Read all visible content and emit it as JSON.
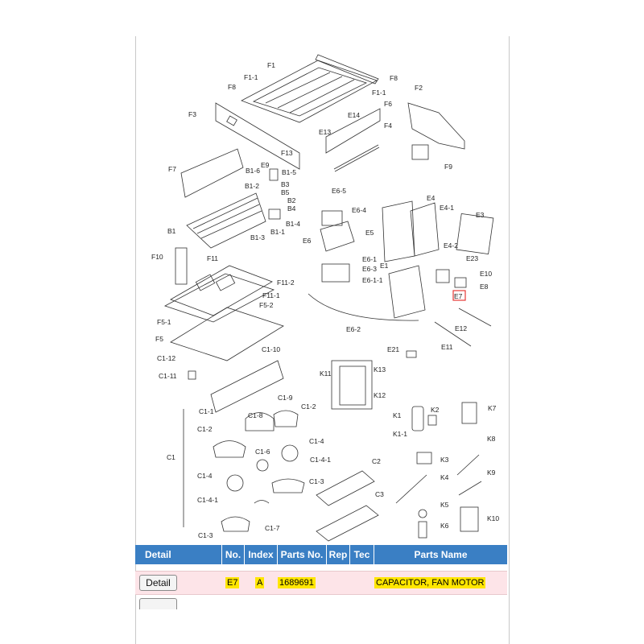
{
  "diagram": {
    "highlighted_part": "E7",
    "labels": [
      {
        "id": "F1",
        "text": "F1"
      },
      {
        "id": "F1-1a",
        "text": "F1-1"
      },
      {
        "id": "F8a",
        "text": "F8"
      },
      {
        "id": "F8b",
        "text": "F8"
      },
      {
        "id": "F1-1b",
        "text": "F1-1"
      },
      {
        "id": "F2",
        "text": "F2"
      },
      {
        "id": "F3",
        "text": "F3"
      },
      {
        "id": "E14",
        "text": "E14"
      },
      {
        "id": "F6",
        "text": "F6"
      },
      {
        "id": "E13",
        "text": "E13"
      },
      {
        "id": "F4",
        "text": "F4"
      },
      {
        "id": "F13",
        "text": "F13"
      },
      {
        "id": "F9",
        "text": "F9"
      },
      {
        "id": "F7",
        "text": "F7"
      },
      {
        "id": "E9",
        "text": "E9"
      },
      {
        "id": "B1-6",
        "text": "B1-6"
      },
      {
        "id": "B1-5",
        "text": "B1-5"
      },
      {
        "id": "B1-2",
        "text": "B1-2"
      },
      {
        "id": "B3",
        "text": "B3"
      },
      {
        "id": "B5",
        "text": "B5"
      },
      {
        "id": "B2",
        "text": "B2"
      },
      {
        "id": "B4",
        "text": "B4"
      },
      {
        "id": "B1-4",
        "text": "B1-4"
      },
      {
        "id": "B1",
        "text": "B1"
      },
      {
        "id": "B1-1",
        "text": "B1-1"
      },
      {
        "id": "B1-3",
        "text": "B1-3"
      },
      {
        "id": "F10",
        "text": "F10"
      },
      {
        "id": "F11",
        "text": "F11"
      },
      {
        "id": "E6-5",
        "text": "E6-5"
      },
      {
        "id": "E6-4",
        "text": "E6-4"
      },
      {
        "id": "E6",
        "text": "E6"
      },
      {
        "id": "E4",
        "text": "E4"
      },
      {
        "id": "E4-1",
        "text": "E4-1"
      },
      {
        "id": "E3",
        "text": "E3"
      },
      {
        "id": "E5",
        "text": "E5"
      },
      {
        "id": "E4-2",
        "text": "E4-2"
      },
      {
        "id": "E23",
        "text": "E23"
      },
      {
        "id": "E6-1",
        "text": "E6-1"
      },
      {
        "id": "E1",
        "text": "E1"
      },
      {
        "id": "E6-3",
        "text": "E6-3"
      },
      {
        "id": "E10",
        "text": "E10"
      },
      {
        "id": "E6-1-1",
        "text": "E6-1-1"
      },
      {
        "id": "E8",
        "text": "E8"
      },
      {
        "id": "F11-2",
        "text": "F11-2"
      },
      {
        "id": "F11-1",
        "text": "F11-1"
      },
      {
        "id": "F5-2",
        "text": "F5-2"
      },
      {
        "id": "E7",
        "text": "E7"
      },
      {
        "id": "F5-1",
        "text": "F5-1"
      },
      {
        "id": "E6-2",
        "text": "E6-2"
      },
      {
        "id": "E12",
        "text": "E12"
      },
      {
        "id": "F5",
        "text": "F5"
      },
      {
        "id": "E11",
        "text": "E11"
      },
      {
        "id": "C1-10",
        "text": "C1-10"
      },
      {
        "id": "E21",
        "text": "E21"
      },
      {
        "id": "C1-12",
        "text": "C1-12"
      },
      {
        "id": "K11",
        "text": "K11"
      },
      {
        "id": "K13",
        "text": "K13"
      },
      {
        "id": "C1-11",
        "text": "C1-11"
      },
      {
        "id": "K12",
        "text": "K12"
      },
      {
        "id": "C1-9",
        "text": "C1-9"
      },
      {
        "id": "C1-1",
        "text": "C1-1"
      },
      {
        "id": "C1-2a",
        "text": "C1-2"
      },
      {
        "id": "C1-8",
        "text": "C1-8"
      },
      {
        "id": "K7",
        "text": "K7"
      },
      {
        "id": "K2",
        "text": "K2"
      },
      {
        "id": "K1",
        "text": "K1"
      },
      {
        "id": "C1-2b",
        "text": "C1-2"
      },
      {
        "id": "K1-1",
        "text": "K1-1"
      },
      {
        "id": "C1-4a",
        "text": "C1-4"
      },
      {
        "id": "K8",
        "text": "K8"
      },
      {
        "id": "C1-6",
        "text": "C1-6"
      },
      {
        "id": "C1",
        "text": "C1"
      },
      {
        "id": "C1-4-1a",
        "text": "C1-4-1"
      },
      {
        "id": "K3",
        "text": "K3"
      },
      {
        "id": "C2",
        "text": "C2"
      },
      {
        "id": "C1-4b",
        "text": "C1-4"
      },
      {
        "id": "K9",
        "text": "K9"
      },
      {
        "id": "K4",
        "text": "K4"
      },
      {
        "id": "C1-3a",
        "text": "C1-3"
      },
      {
        "id": "C3",
        "text": "C3"
      },
      {
        "id": "C1-4-1b",
        "text": "C1-4-1"
      },
      {
        "id": "K5",
        "text": "K5"
      },
      {
        "id": "K10",
        "text": "K10"
      },
      {
        "id": "C1-7",
        "text": "C1-7"
      },
      {
        "id": "K6",
        "text": "K6"
      },
      {
        "id": "C1-3b",
        "text": "C1-3"
      }
    ]
  },
  "table": {
    "headers": {
      "detail": "Detail",
      "no": "No.",
      "index": "Index",
      "parts_no": "Parts No.",
      "rep": "Rep",
      "tec": "Tec",
      "parts_name": "Parts Name"
    },
    "rows": [
      {
        "button": "Detail",
        "no": "E7",
        "index": "A",
        "parts_no": "1689691",
        "rep": "",
        "tec": "",
        "parts_name": "CAPACITOR, FAN MOTOR"
      }
    ]
  },
  "colors": {
    "header_bg": "#3a7fc4",
    "selected_row_bg": "#fde4e8",
    "highlight": "#ffe600",
    "callout_box": "#e53935"
  }
}
